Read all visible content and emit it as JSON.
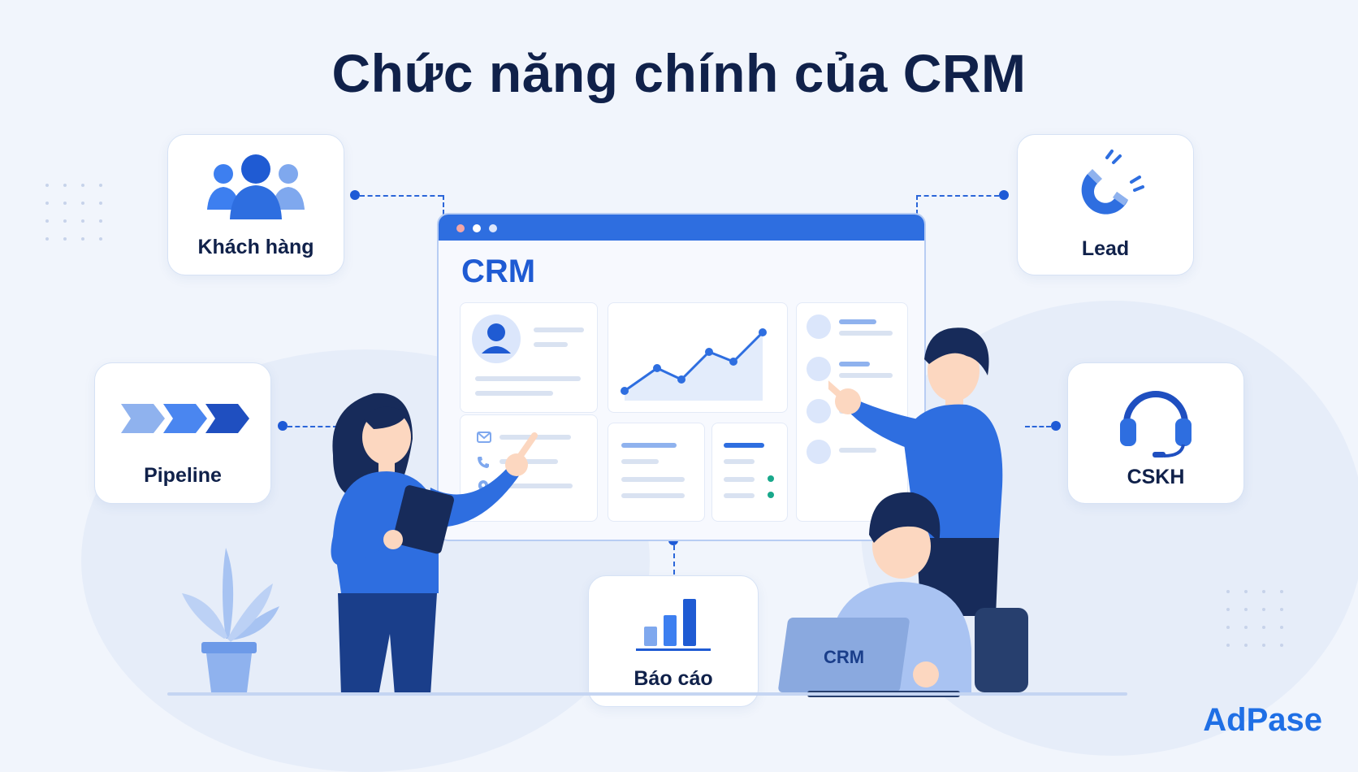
{
  "title": "Chức năng chính của CRM",
  "features": {
    "customers": "Khách hàng",
    "lead": "Lead",
    "pipeline": "Pipeline",
    "cskh": "CSKH",
    "reports": "Báo cáo"
  },
  "crm_window": {
    "title": "CRM"
  },
  "laptop_label": "CRM",
  "brand": "AdPase",
  "icons": [
    "people-icon",
    "magnet-icon",
    "arrows-icon",
    "headset-icon",
    "bar-chart-icon",
    "mail-icon",
    "phone-icon",
    "location-icon",
    "avatar-icon",
    "line-chart-icon",
    "plant-icon"
  ],
  "colors": {
    "primary": "#2e6ee0",
    "dark_navy": "#10214a",
    "brand": "#1f6fe5",
    "background": "#f1f5fc"
  }
}
